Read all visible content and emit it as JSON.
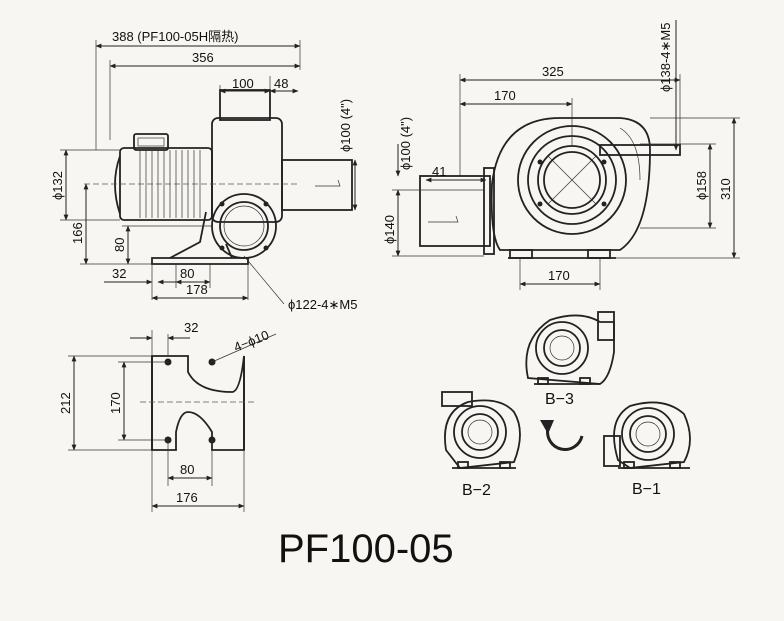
{
  "diagram": {
    "title": "PF100-05",
    "side_view": {
      "dim_overall": "388 (PF100-05H隔热)",
      "dim_356": "356",
      "dim_100": "100",
      "dim_48": "48",
      "dim_outlet_dia": "ϕ100 (4\")",
      "dim_132": "ϕ132",
      "dim_166": "166",
      "dim_80_height": "80",
      "dim_32": "32",
      "dim_80_base": "80",
      "dim_178": "178",
      "dim_flange": "ϕ122-4∗M5"
    },
    "front_view": {
      "dim_325": "325",
      "dim_170": "170",
      "dim_flange": "ϕ138-4∗M5",
      "dim_inlet_dia": "ϕ100 (4\")",
      "dim_41": "41",
      "dim_140": "ϕ140",
      "dim_158": "ϕ158",
      "dim_310": "310",
      "dim_170_base": "170"
    },
    "base_view": {
      "dim_32": "32",
      "dim_holes": "4−ϕ10",
      "dim_212": "212",
      "dim_170": "170",
      "dim_80": "80",
      "dim_176": "176"
    },
    "orientations": {
      "b1": "B−1",
      "b2": "B−2",
      "b3": "B−3"
    }
  }
}
